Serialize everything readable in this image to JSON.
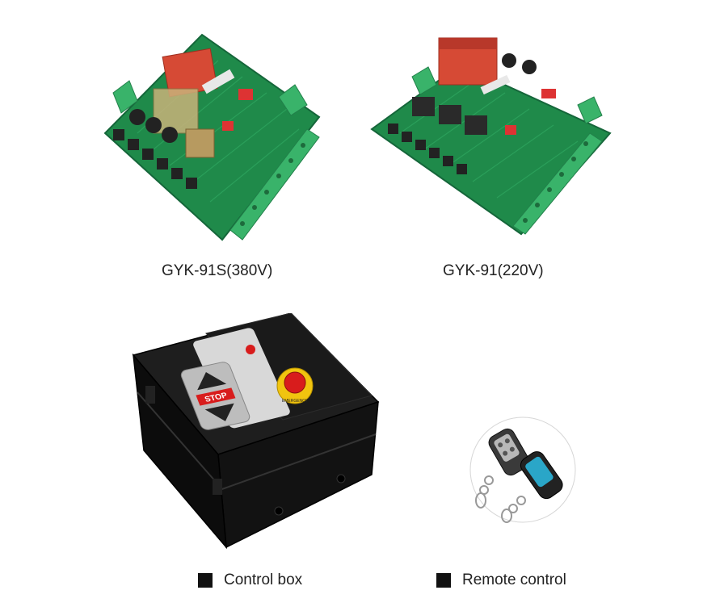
{
  "products": {
    "board1": {
      "caption": "GYK-91S(380V)"
    },
    "board2": {
      "caption": "GYK-91(220V)"
    }
  },
  "control_box": {
    "stop_label": "STOP",
    "emergency_label": "EMERGENCY"
  },
  "legend": {
    "control_box": "Control box",
    "remote_control": "Remote control"
  },
  "colors": {
    "pcb_green": "#1f8a4a",
    "terminal_green": "#39b36a",
    "relay_red": "#d64a35",
    "box_black": "#151515",
    "button_red": "#d81c1c",
    "button_yellow": "#f1c40f",
    "remote_blue": "#2aa6c8"
  }
}
